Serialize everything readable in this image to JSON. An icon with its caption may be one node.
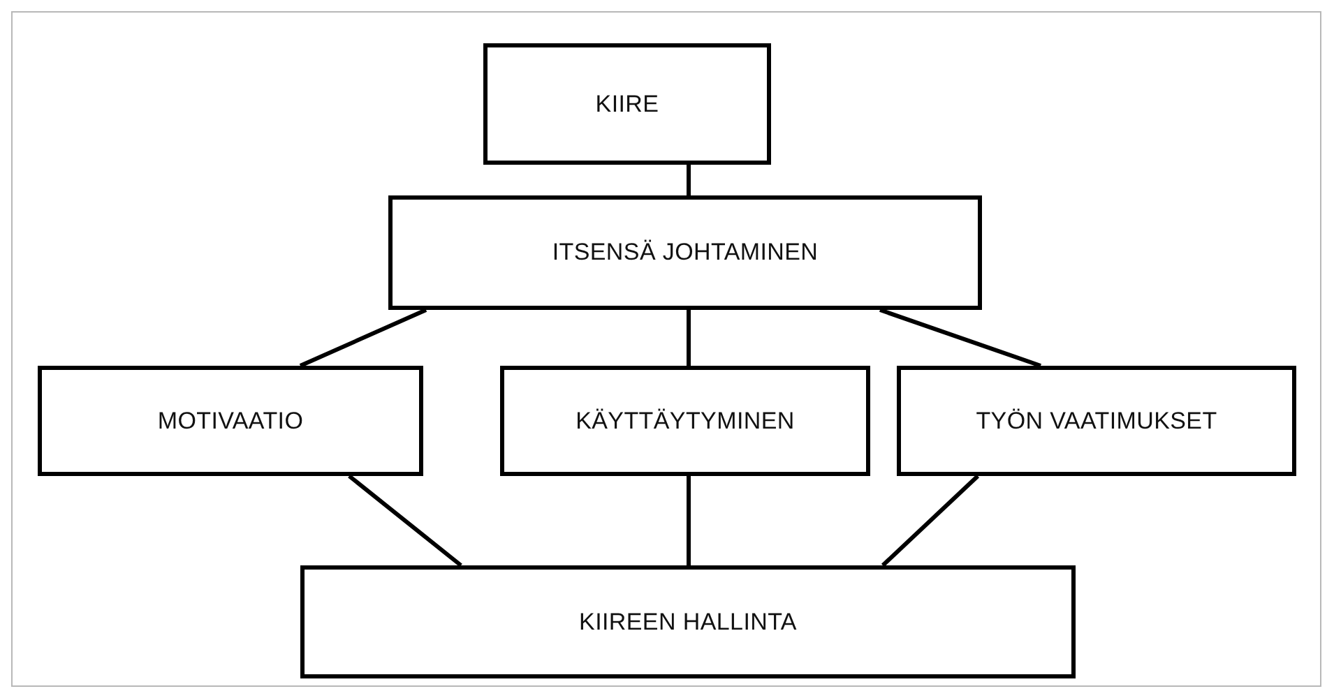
{
  "diagram": {
    "nodes": [
      {
        "text": [
          "KIIRE"
        ]
      },
      {
        "text": [
          "ITSENSÄ JOHTAMINEN"
        ]
      },
      {
        "text": [
          "MOTIVAATIO"
        ]
      },
      {
        "text": [
          "KÄYTTÄYTYMINEN"
        ]
      },
      {
        "text": [
          "TYÖN VAATIMUKSET"
        ]
      },
      {
        "text": [
          "KIIREEN HALLINTA"
        ]
      }
    ],
    "edges": [
      {
        "from": 0,
        "to": 1,
        "arrow": "none"
      },
      {
        "from": 1,
        "to": 2,
        "arrow": "none"
      },
      {
        "from": 1,
        "to": 3,
        "arrow": "none"
      },
      {
        "from": 1,
        "to": 4,
        "arrow": "none"
      },
      {
        "from": 2,
        "to": 5,
        "arrow": "none"
      },
      {
        "from": 3,
        "to": 5,
        "arrow": "none"
      },
      {
        "from": 4,
        "to": 5,
        "arrow": "none"
      }
    ]
  }
}
